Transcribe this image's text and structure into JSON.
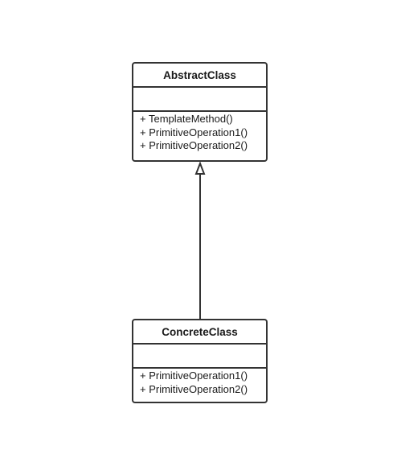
{
  "diagram": {
    "classes": [
      {
        "name": "AbstractClass",
        "attributes": [],
        "operations": [
          "+ TemplateMethod()",
          "+ PrimitiveOperation1()",
          "+ PrimitiveOperation2()"
        ]
      },
      {
        "name": "ConcreteClass",
        "attributes": [],
        "operations": [
          "+ PrimitiveOperation1()",
          "+ PrimitiveOperation2()"
        ]
      }
    ],
    "relationships": [
      {
        "type": "generalization",
        "from": "ConcreteClass",
        "to": "AbstractClass"
      }
    ]
  },
  "colors": {
    "stroke": "#333333",
    "text": "#1a1a1a",
    "background": "#ffffff"
  }
}
